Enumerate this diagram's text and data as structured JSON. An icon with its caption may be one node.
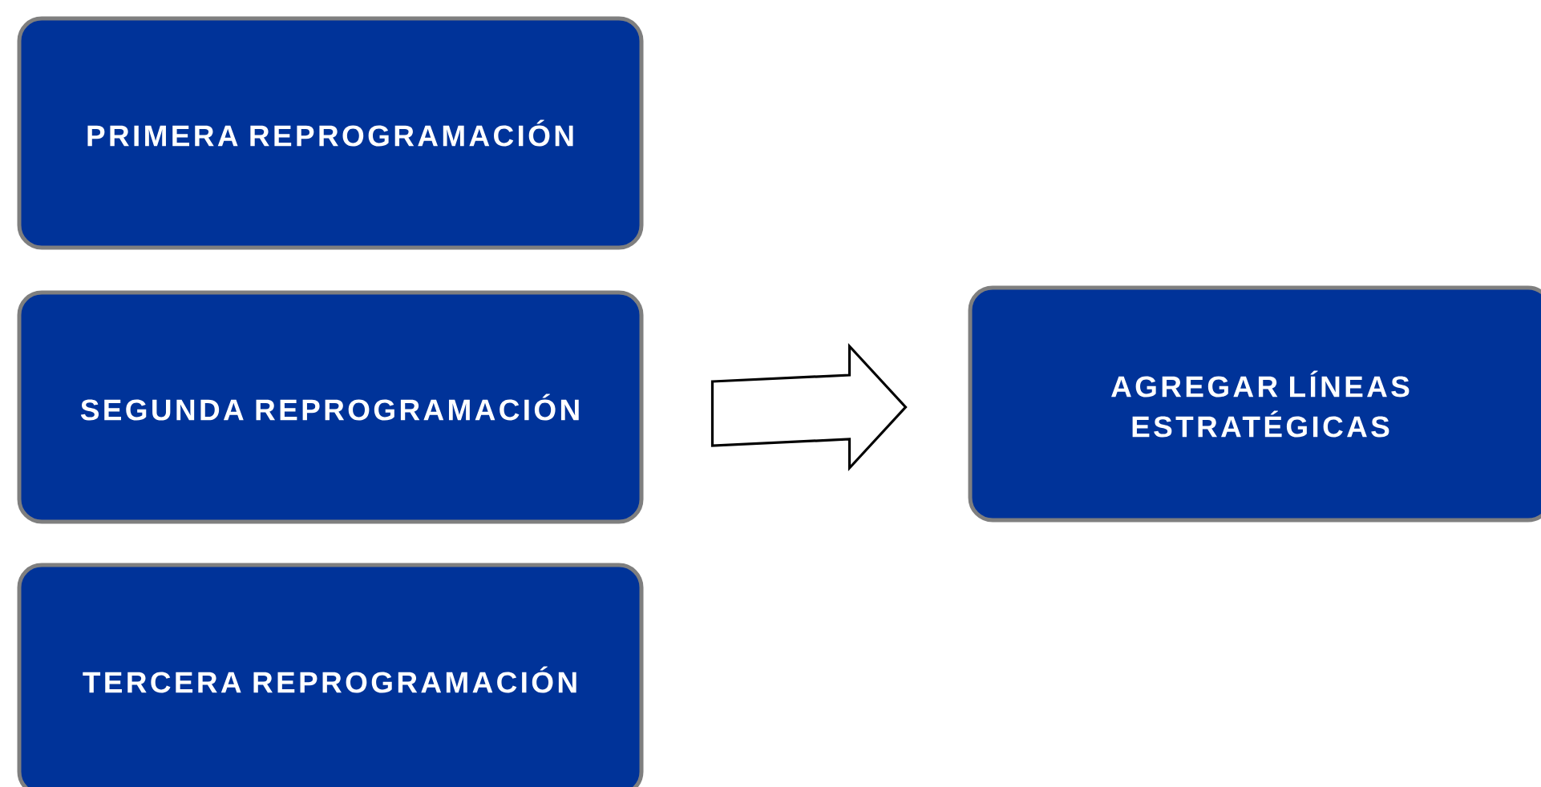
{
  "diagram": {
    "nodes": [
      {
        "text": [
          "PRIMERA REPROGRAMACIÓN"
        ]
      },
      {
        "text": [
          "SEGUNDA REPROGRAMACIÓN"
        ]
      },
      {
        "text": [
          "TERCERA REPROGRAMACIÓN"
        ]
      },
      {
        "text": [
          "AGREGAR LÍNEAS ESTRATÉGICAS"
        ]
      }
    ],
    "edges": [
      {
        "from": 1,
        "to": 3,
        "arrow": "to"
      }
    ]
  }
}
